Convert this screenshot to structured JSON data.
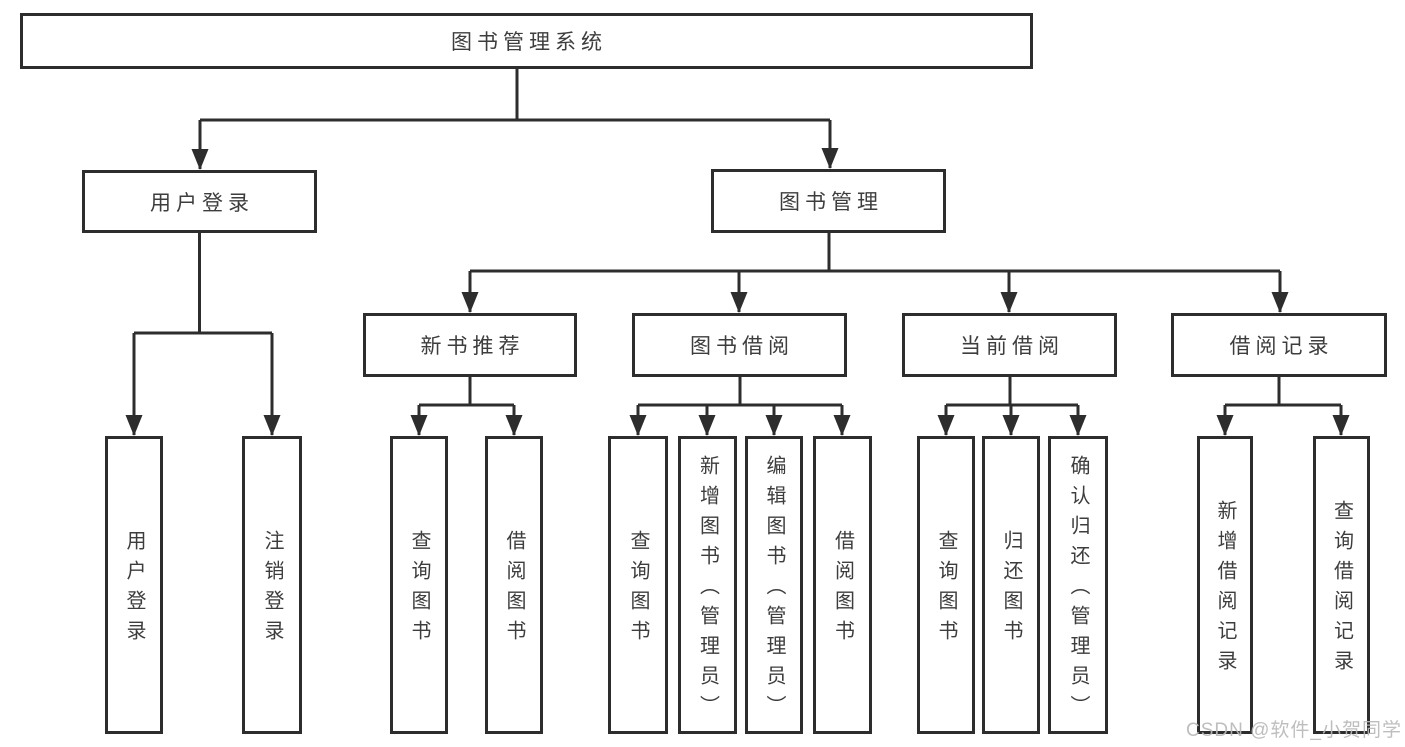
{
  "diagram": {
    "type": "hierarchy-tree",
    "title": "图书管理系统",
    "nodes": {
      "system": "图书管理系统",
      "user_login_branch": "用户登录",
      "book_mgmt_branch": "图书管理",
      "new_book_rec": "新书推荐",
      "book_borrow": "图书借阅",
      "current_borrow": "当前借阅",
      "borrow_record": "借阅记录",
      "leaf_user_login": "用户登录",
      "leaf_logout": "注销登录",
      "leaf_nb_query_books": "查询图书",
      "leaf_nb_borrow_books": "借阅图书",
      "leaf_bb_query_books": "查询图书",
      "leaf_bb_add_books": "新增图书（管理员）",
      "leaf_bb_edit_books": "编辑图书（管理员）",
      "leaf_bb_borrow_books": "借阅图书",
      "leaf_cb_query_books": "查询图书",
      "leaf_cb_return_books": "归还图书",
      "leaf_cb_confirm_return": "确认归还（管理员）",
      "leaf_br_add_record": "新增借阅记录",
      "leaf_br_query_record": "查询借阅记录"
    },
    "edges": [
      [
        "图书管理系统",
        "用户登录"
      ],
      [
        "图书管理系统",
        "图书管理"
      ],
      [
        "用户登录",
        "用户登录"
      ],
      [
        "用户登录",
        "注销登录"
      ],
      [
        "图书管理",
        "新书推荐"
      ],
      [
        "图书管理",
        "图书借阅"
      ],
      [
        "图书管理",
        "当前借阅"
      ],
      [
        "图书管理",
        "借阅记录"
      ],
      [
        "新书推荐",
        "查询图书"
      ],
      [
        "新书推荐",
        "借阅图书"
      ],
      [
        "图书借阅",
        "查询图书"
      ],
      [
        "图书借阅",
        "新增图书（管理员）"
      ],
      [
        "图书借阅",
        "编辑图书（管理员）"
      ],
      [
        "图书借阅",
        "借阅图书"
      ],
      [
        "当前借阅",
        "查询图书"
      ],
      [
        "当前借阅",
        "归还图书"
      ],
      [
        "当前借阅",
        "确认归还（管理员）"
      ],
      [
        "借阅记录",
        "新增借阅记录"
      ],
      [
        "借阅记录",
        "查询借阅记录"
      ]
    ]
  },
  "watermark": "CSDN @软件_小贺同学",
  "colors": {
    "line": "#2d2d2d",
    "text": "#3d3d3d",
    "watermark": "#b9b9b9",
    "background": "#ffffff"
  }
}
